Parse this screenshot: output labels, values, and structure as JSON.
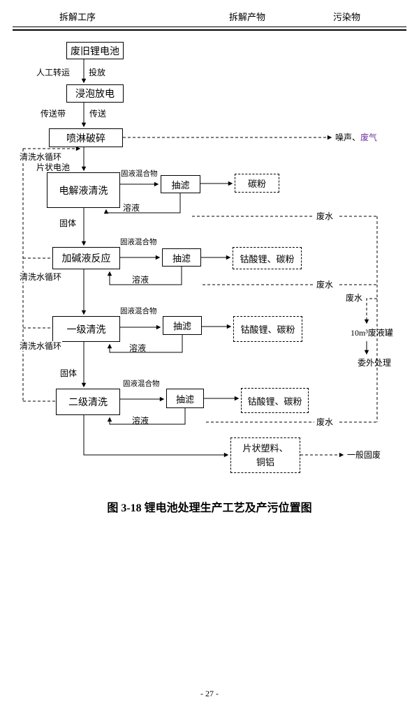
{
  "header": {
    "columns": [
      "拆解工序",
      "拆解产物",
      "污染物"
    ]
  },
  "boxes": {
    "waste_battery": "废旧锂电池",
    "soak_discharge": "浸泡放电",
    "spray_crushing": "喷淋破碎",
    "electrolyte_cleaning": "电解液清洗",
    "alkali_reaction": "加碱液反应",
    "primary_cleaning": "一级清洗",
    "secondary_cleaning": "二级清洗",
    "suction_filter": "抽滤",
    "carbon_powder": "碳粉",
    "licoo2_carbon": "钴酸锂、碳粉",
    "plastic_copper_aluminum": "片状塑料、铜铝"
  },
  "labels": {
    "manual_transfer": "人工转运",
    "feeding": "投放",
    "conveyor_belt": "传送带",
    "conveying": "传送",
    "noise": "噪声、",
    "waste_gas": "废气",
    "wash_water_cycle": "清洗水循环",
    "sheet_battery": "片状电池",
    "solid_liquid_mixture": "固液混合物",
    "solution": "溶液",
    "solid": "固体",
    "wastewater": "废水",
    "waste_tank": "10m³废液罐",
    "outsourced_treatment": "委外处理",
    "general_solid_waste": "一般固废"
  },
  "colors": {
    "waste_gas_text": "#7030a0"
  },
  "caption": "图 3-18 锂电池处理生产工艺及产污位置图",
  "page_number": "- 27 -"
}
